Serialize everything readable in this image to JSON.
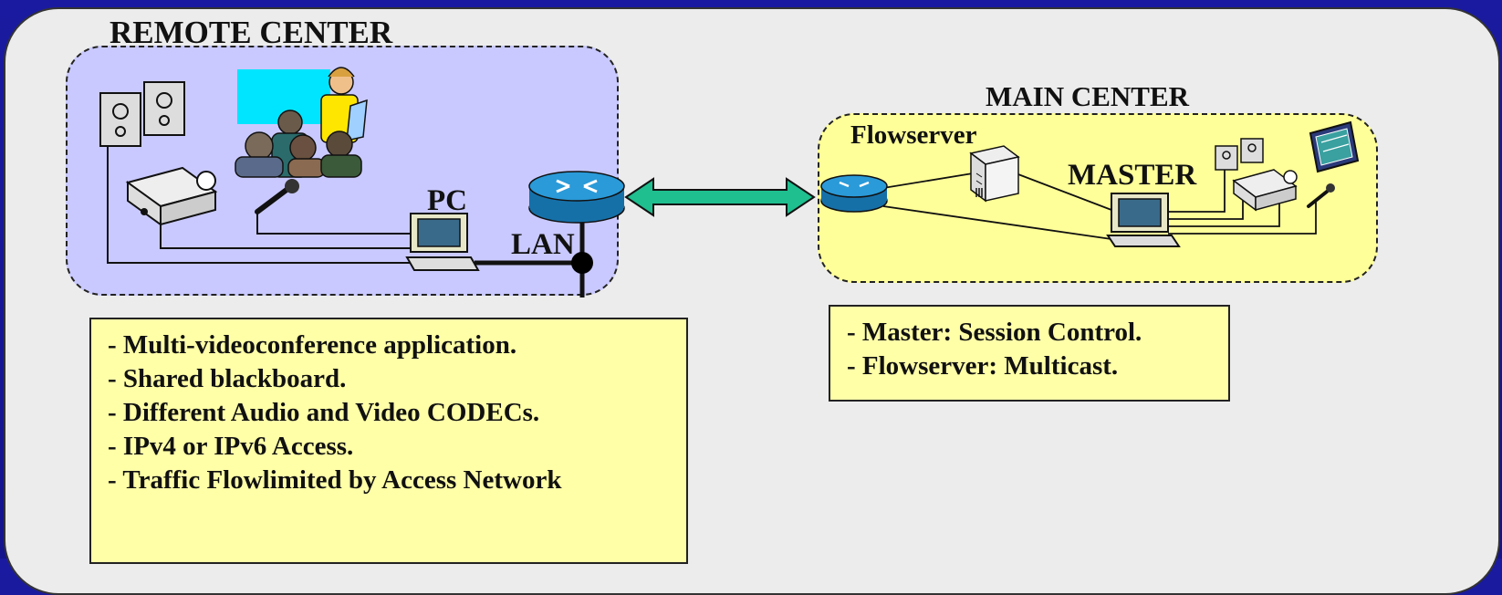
{
  "remote_center": {
    "title": "REMOTE CENTER",
    "pc_label": "PC",
    "lan_label": "LAN"
  },
  "main_center": {
    "title": "MAIN CENTER",
    "flowserver_label": "Flowserver",
    "master_label": "MASTER"
  },
  "remote_notes": [
    "- Multi-videoconference application.",
    "- Shared blackboard.",
    "- Different Audio and Video CODECs.",
    "- IPv4 or IPv6 Access.",
    "- Traffic Flowlimited by Access Network"
  ],
  "main_notes": [
    "- Master: Session Control.",
    "- Flowserver: Multicast."
  ],
  "colors": {
    "background": "#1a1aa0",
    "panel": "#ececec",
    "remote_zone": "#c9c9ff",
    "main_zone": "#ffff99",
    "note_fill": "#ffffa8",
    "link_arrow": "#1fbf8f",
    "router": "#1e88c8",
    "screen_cyan": "#00e5ff"
  },
  "icons": [
    "speaker-icon",
    "projector-icon",
    "microphone-icon",
    "computer-icon",
    "router-icon",
    "server-icon",
    "presentation-screen-icon",
    "audience-icon",
    "double-arrow-icon"
  ]
}
